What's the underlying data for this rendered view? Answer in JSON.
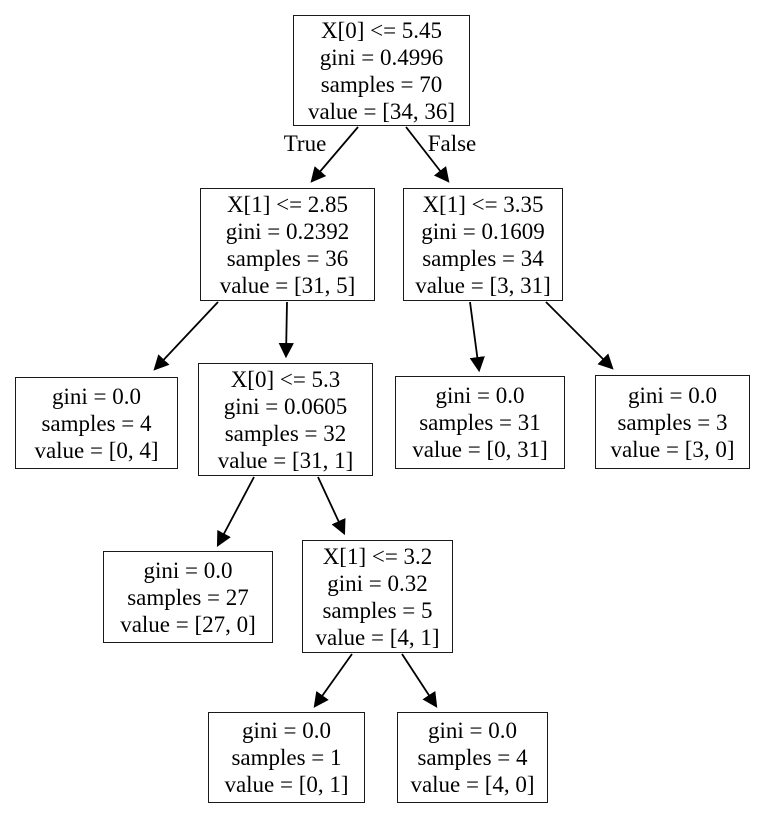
{
  "diagram": {
    "type": "decision-tree",
    "edge_labels": {
      "true": "True",
      "false": "False"
    },
    "colors": {
      "background": "#ffffff",
      "box_border": "#1a1a1a",
      "text": "#000000",
      "edge": "#000000"
    }
  },
  "nodes": [
    {
      "id": "root",
      "depth": 0,
      "text": "X[0] <= 5.45\ngini = 0.4996\nsamples = 70\nvalue = [34, 36]"
    },
    {
      "id": "l",
      "depth": 1,
      "text": "X[1] <= 2.85\ngini = 0.2392\nsamples = 36\nvalue = [31, 5]"
    },
    {
      "id": "r",
      "depth": 1,
      "text": "X[1] <= 3.35\ngini = 0.1609\nsamples = 34\nvalue = [3, 31]"
    },
    {
      "id": "ll",
      "depth": 2,
      "text": "gini = 0.0\nsamples = 4\nvalue = [0, 4]"
    },
    {
      "id": "lr",
      "depth": 2,
      "text": "X[0] <= 5.3\ngini = 0.0605\nsamples = 32\nvalue = [31, 1]"
    },
    {
      "id": "rl",
      "depth": 2,
      "text": "gini = 0.0\nsamples = 31\nvalue = [0, 31]"
    },
    {
      "id": "rr",
      "depth": 2,
      "text": "gini = 0.0\nsamples = 3\nvalue = [3, 0]"
    },
    {
      "id": "lrl",
      "depth": 3,
      "text": "gini = 0.0\nsamples = 27\nvalue = [27, 0]"
    },
    {
      "id": "lrr",
      "depth": 3,
      "text": "X[1] <= 3.2\ngini = 0.32\nsamples = 5\nvalue = [4, 1]"
    },
    {
      "id": "lrrl",
      "depth": 4,
      "text": "gini = 0.0\nsamples = 1\nvalue = [0, 1]"
    },
    {
      "id": "lrrr",
      "depth": 4,
      "text": "gini = 0.0\nsamples = 4\nvalue = [4, 0]"
    }
  ]
}
